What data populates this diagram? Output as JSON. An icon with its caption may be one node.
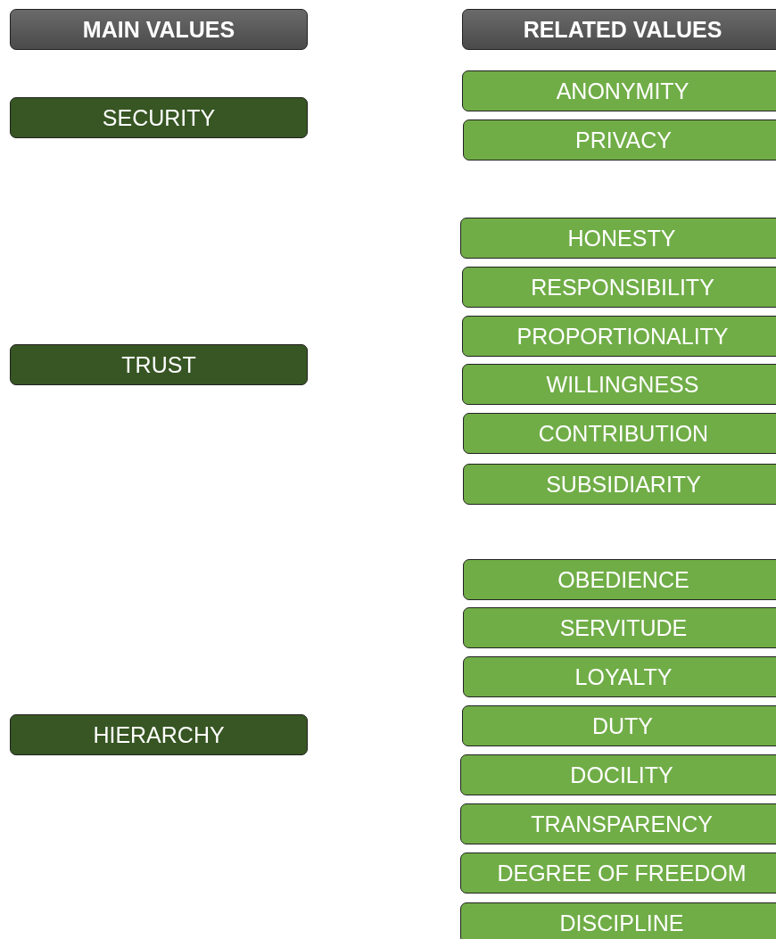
{
  "diagram": {
    "nodes": [
      {
        "text": [
          "MAIN VALUES"
        ]
      },
      {
        "text": [
          "RELATED VALUES"
        ]
      },
      {
        "text": [
          "SECURITY"
        ]
      },
      {
        "text": [
          "ANONYMITY"
        ]
      },
      {
        "text": [
          "PRIVACY"
        ]
      },
      {
        "text": [
          "HONESTY"
        ]
      },
      {
        "text": [
          "RESPONSIBILITY"
        ]
      },
      {
        "text": [
          "PROPORTIONALITY"
        ]
      },
      {
        "text": [
          "TRUST"
        ]
      },
      {
        "text": [
          "WILLINGNESS"
        ]
      },
      {
        "text": [
          "CONTRIBUTION"
        ]
      },
      {
        "text": [
          "SUBSIDIARITY"
        ]
      },
      {
        "text": [
          "OBEDIENCE"
        ]
      },
      {
        "text": [
          "SERVITUDE"
        ]
      },
      {
        "text": [
          "LOYALTY"
        ]
      },
      {
        "text": [
          "DUTY"
        ]
      },
      {
        "text": [
          "HIERARCHY"
        ]
      },
      {
        "text": [
          "DOCILITY"
        ]
      },
      {
        "text": [
          "TRANSPARENCY"
        ]
      },
      {
        "text": [
          "DEGREE OF FREEDOM"
        ]
      },
      {
        "text": [
          "DISCIPLINE"
        ]
      }
    ]
  }
}
